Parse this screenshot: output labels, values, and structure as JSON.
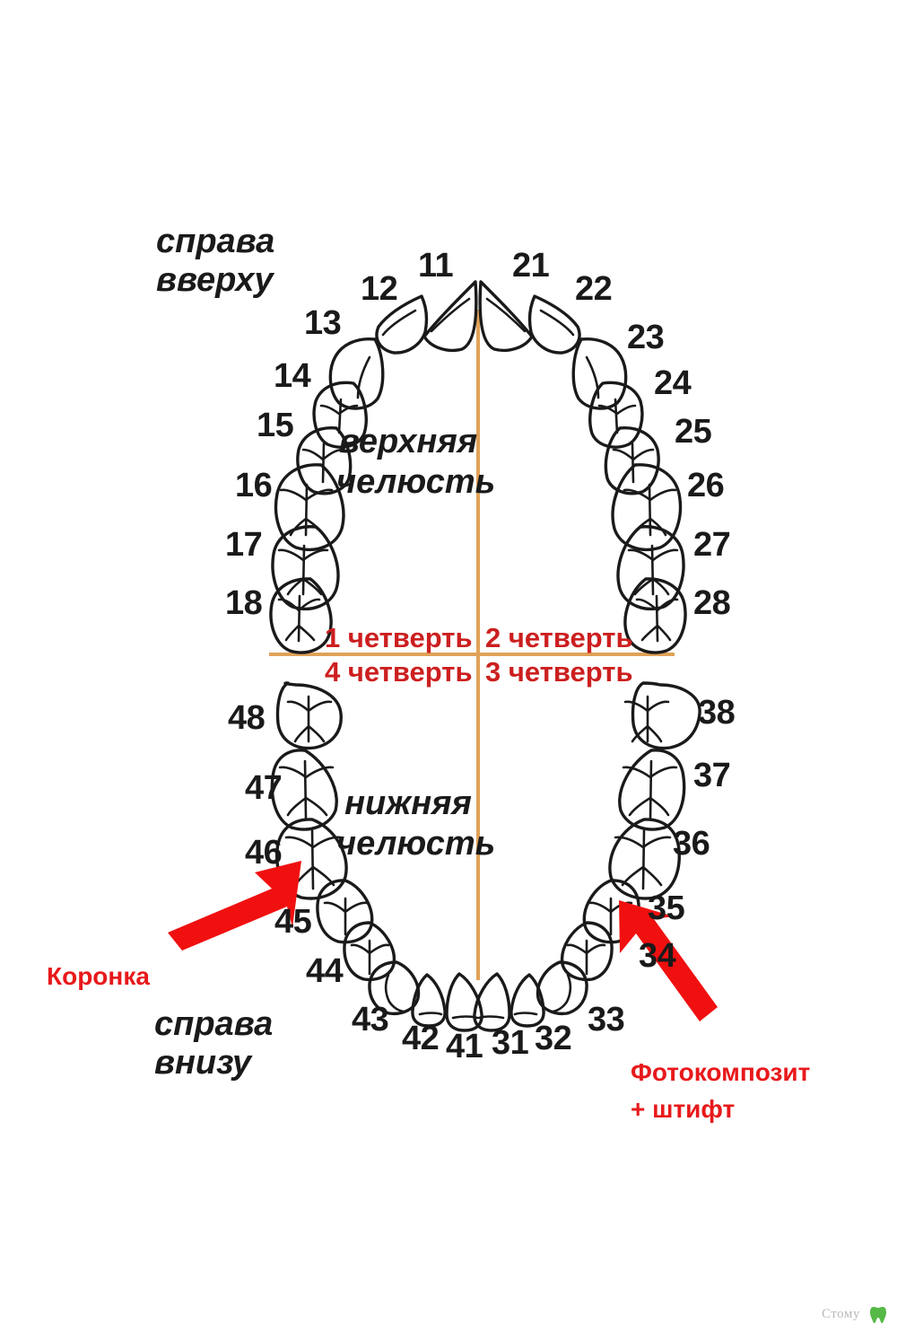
{
  "diagram": {
    "title_upper_jaw": "верхняя\nчелюсть",
    "upper_jaw_line1": "верхняя",
    "upper_jaw_line2": "челюсть",
    "lower_jaw_line1": "нижняя",
    "lower_jaw_line2": "челюсть",
    "side_top_line1": "справа",
    "side_top_line2": "вверху",
    "side_bottom_line1": "справа",
    "side_bottom_line2": "внизу"
  },
  "quadrants": [
    {
      "id": "q1",
      "label": "1 четверть"
    },
    {
      "id": "q2",
      "label": "2 четверть"
    },
    {
      "id": "q4",
      "label": "4 четверть"
    },
    {
      "id": "q3",
      "label": "3 четверть"
    }
  ],
  "teeth_numbers": {
    "upper_right": [
      "11",
      "12",
      "13",
      "14",
      "15",
      "16",
      "17",
      "18"
    ],
    "upper_left": [
      "21",
      "22",
      "23",
      "24",
      "25",
      "26",
      "27",
      "28"
    ],
    "lower_left": [
      "31",
      "32",
      "33",
      "34",
      "35",
      "36",
      "37",
      "38"
    ],
    "lower_right": [
      "41",
      "42",
      "43",
      "44",
      "45",
      "46",
      "47",
      "48"
    ]
  },
  "labels": [
    {
      "key": "t11",
      "text": "11"
    },
    {
      "key": "t12",
      "text": "12"
    },
    {
      "key": "t13",
      "text": "13"
    },
    {
      "key": "t14",
      "text": "14"
    },
    {
      "key": "t15",
      "text": "15"
    },
    {
      "key": "t16",
      "text": "16"
    },
    {
      "key": "t17",
      "text": "17"
    },
    {
      "key": "t18",
      "text": "18"
    },
    {
      "key": "t21",
      "text": "21"
    },
    {
      "key": "t22",
      "text": "22"
    },
    {
      "key": "t23",
      "text": "23"
    },
    {
      "key": "t24",
      "text": "24"
    },
    {
      "key": "t25",
      "text": "25"
    },
    {
      "key": "t26",
      "text": "26"
    },
    {
      "key": "t27",
      "text": "27"
    },
    {
      "key": "t28",
      "text": "28"
    },
    {
      "key": "t31",
      "text": "31"
    },
    {
      "key": "t32",
      "text": "32"
    },
    {
      "key": "t33",
      "text": "33"
    },
    {
      "key": "t34",
      "text": "34"
    },
    {
      "key": "t35",
      "text": "35"
    },
    {
      "key": "t36",
      "text": "36"
    },
    {
      "key": "t37",
      "text": "37"
    },
    {
      "key": "t38",
      "text": "38"
    },
    {
      "key": "t41",
      "text": "41"
    },
    {
      "key": "t42",
      "text": "42"
    },
    {
      "key": "t43",
      "text": "43"
    },
    {
      "key": "t44",
      "text": "44"
    },
    {
      "key": "t45",
      "text": "45"
    },
    {
      "key": "t46",
      "text": "46"
    },
    {
      "key": "t47",
      "text": "47"
    },
    {
      "key": "t48",
      "text": "48"
    }
  ],
  "annotations": {
    "crown": {
      "text": "Коронка",
      "points_to": "46"
    },
    "composite": {
      "line1": "Фотокомпозит",
      "line2": "+ штифт",
      "points_to": "35"
    }
  },
  "watermark": {
    "text": "Стому"
  },
  "colors": {
    "axis_orange": "#e0a258",
    "quadrant_red": "#cc1f1f",
    "callout_red": "#e8191b",
    "tooth_outline": "#1a1a1a",
    "number_black": "#1a1a1a",
    "watermark_gray": "#b9b9b9",
    "watermark_green": "#56b847",
    "background": "#ffffff"
  }
}
